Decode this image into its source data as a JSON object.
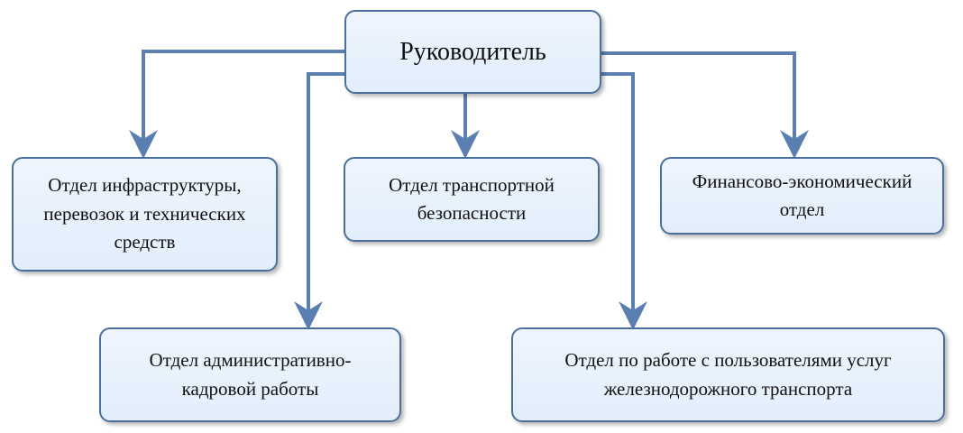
{
  "diagram": {
    "root": {
      "label": "Руководитель"
    },
    "departments": [
      {
        "label": "Отдел инфраструктуры,\nперевозок и технических\nсредств"
      },
      {
        "label": "Отдел транспортной\nбезопасности"
      },
      {
        "label": "Финансово-экономический\nотдел"
      },
      {
        "label": "Отдел административно-\nкадровой работы"
      },
      {
        "label": "Отдел по работе с пользователями услуг\nжелезнодорожного транспорта"
      }
    ]
  },
  "colors": {
    "box_border": "#4a6f9c",
    "box_fill": "#e8f1fc",
    "connector": "#5b7fb0"
  }
}
